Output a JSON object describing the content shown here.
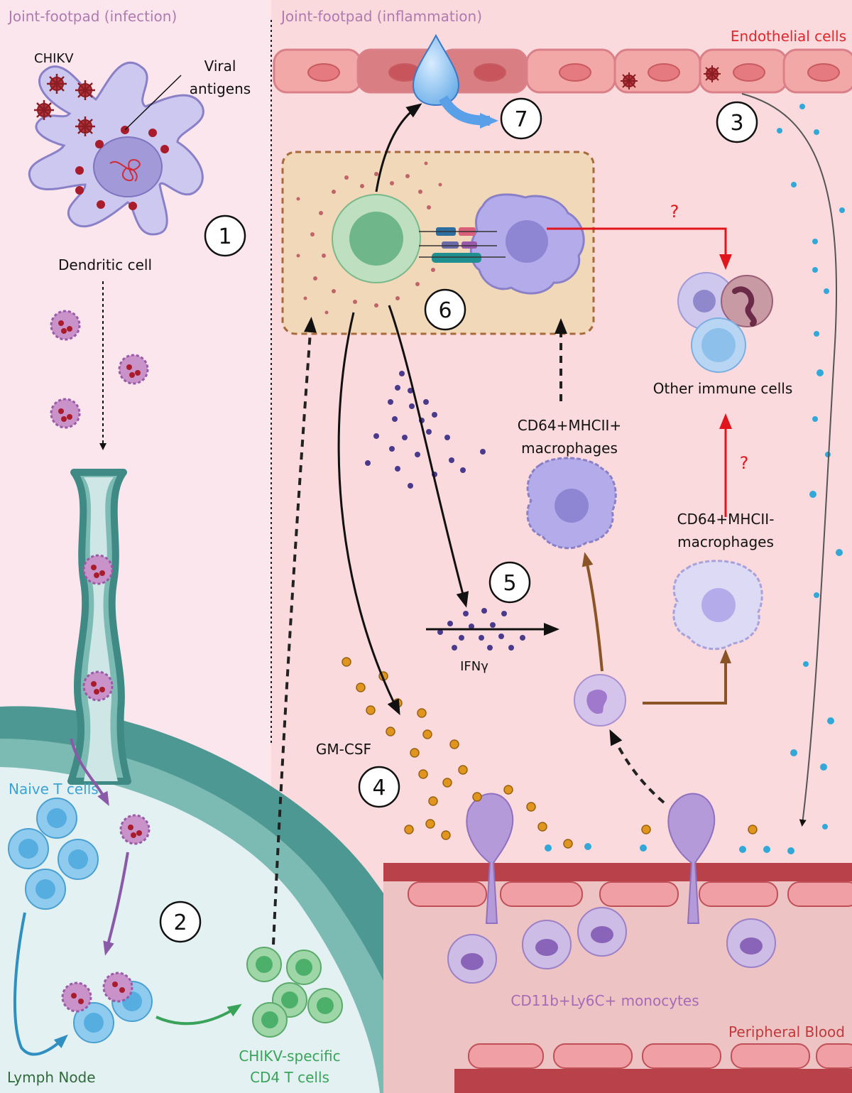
{
  "panels": {
    "left_title": "Joint-footpad (infection)",
    "right_title": "Joint-footpad (inflammation)"
  },
  "labels": {
    "chikv": "CHIKV",
    "viral_antigens_line1": "Viral",
    "viral_antigens_line2": "antigens",
    "dendritic_cell": "Dendritic cell",
    "endothelial_cells": "Endothelial cells",
    "naive_t_cells": "Naive T cells",
    "lymph_node": "Lymph Node",
    "chikv_cd4_line1": "CHIKV-specific",
    "chikv_cd4_line2": "CD4 T cells",
    "other_immune_cells": "Other immune cells",
    "mhcii_pos_line1": "CD64+MHCII+",
    "mhcii_pos_line2": "macrophages",
    "mhcii_neg_line1": "CD64+MHCII-",
    "mhcii_neg_line2": "macrophages",
    "ifng": "IFNγ",
    "gmcsf": "GM-CSF",
    "monocytes": "CD11b+Ly6C+ monocytes",
    "peripheral_blood": "Peripheral Blood",
    "question_top": "?",
    "question_mid": "?"
  },
  "steps": [
    "1",
    "2",
    "3",
    "4",
    "5",
    "6",
    "7"
  ],
  "colors": {
    "left_bg": "#fbe6ee",
    "right_bg": "#fadadd",
    "title_purple": "#b07ab0",
    "endothelial_red": "#e0282e",
    "naive_blue": "#3aa3d6",
    "lymph_green": "#2f6b3a",
    "cd4_green": "#3aa35a",
    "monocyte_purple": "#a66bb8",
    "blood_red": "#c0393b",
    "lymph_teal": "#4f9e98",
    "gmcsf_orange": "#e0961e",
    "ifng_purple": "#4a3a8c",
    "tcell_green": "#9fd6a8",
    "dc_lavender": "#c8c4ec"
  }
}
